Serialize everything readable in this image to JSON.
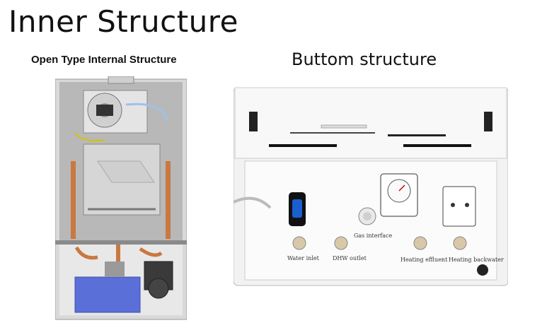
{
  "title": "Inner Structure",
  "left": {
    "caption": "Open Type Internal Structure"
  },
  "right": {
    "caption": "Buttom structure",
    "ports": {
      "water_inlet": "Water inlet",
      "dhw_outlet": "DHW outlet",
      "gas_interface": "Gas interface",
      "heating_effluent": "Heating effluent",
      "heating_backwater": "Heating backwater"
    }
  },
  "colors": {
    "pump_blue": "#5a6fd8",
    "copper": "#c9783f",
    "gas_valve_blue": "#1a5fd0"
  }
}
